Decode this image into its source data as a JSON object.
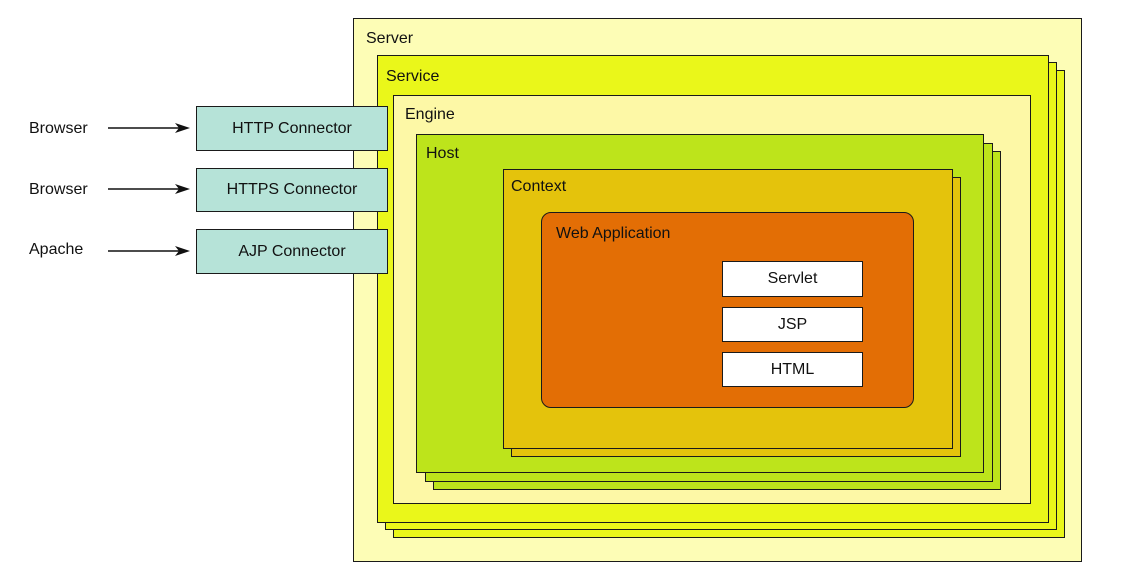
{
  "colors": {
    "server": "#fdfdb6",
    "service": "#eaf71a",
    "engine": "#fdf8a6",
    "host": "#bde41b",
    "context": "#e4c30c",
    "web_application": "#e36e05",
    "connector": "#b6e3d8",
    "component": "#ffffff"
  },
  "containers": {
    "server": "Server",
    "service": "Service",
    "engine": "Engine",
    "host": "Host",
    "context": "Context",
    "web_application": "Web Application"
  },
  "clients": [
    "Browser",
    "Browser",
    "Apache"
  ],
  "connectors": [
    "HTTP Connector",
    "HTTPS Connector",
    "AJP Connector"
  ],
  "components": [
    "Servlet",
    "JSP",
    "HTML"
  ]
}
